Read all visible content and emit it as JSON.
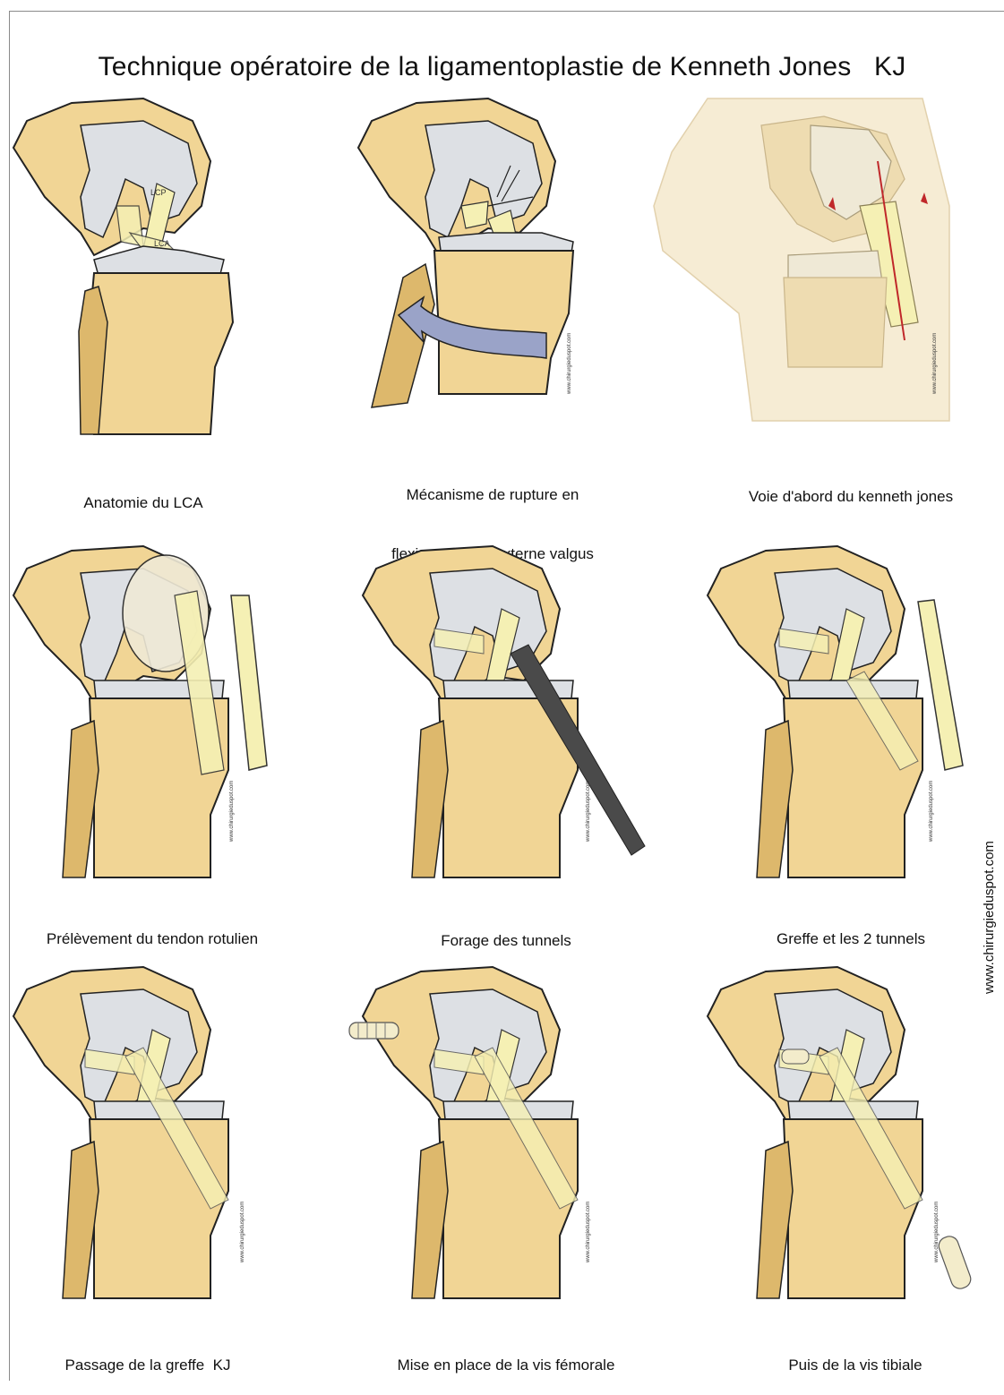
{
  "title": "Technique opératoire de la ligamentoplastie de Kenneth Jones   KJ",
  "side_credit": "www.chirurgieduspot.com",
  "panel_watermark": "www.chirurgieduspot.com",
  "colors": {
    "bone": "#f1d595",
    "bone_shadow": "#ddb86c",
    "cartilage": "#dde0e4",
    "graft": "#f5f0b4",
    "outline": "#222222",
    "arrow": "#9aa3c8",
    "incision": "#c0282a",
    "drill": "#4a4a4a"
  },
  "panels": [
    {
      "caption_lines": [
        "Anatomie du LCA"
      ],
      "labels": [
        "LCP",
        "LCA"
      ],
      "variant": "anatomy"
    },
    {
      "caption_lines": [
        "Mécanisme de rupture en",
        "flexion rotation externe valgus"
      ],
      "variant": "rupture"
    },
    {
      "caption_lines": [
        "Voie d'abord du kenneth jones"
      ],
      "variant": "approach"
    },
    {
      "caption_lines": [
        "Prélèvement du tendon rotulien"
      ],
      "variant": "harvest"
    },
    {
      "caption_lines": [
        "Forage des tunnels"
      ],
      "variant": "drill"
    },
    {
      "caption_lines": [
        "Greffe et les 2 tunnels"
      ],
      "variant": "graft"
    },
    {
      "caption_lines": [
        "Passage de la greffe  KJ"
      ],
      "variant": "passage"
    },
    {
      "caption_lines": [
        "Mise en place de la vis fémorale"
      ],
      "variant": "femscrew"
    },
    {
      "caption_lines": [
        "Puis de la vis tibiale"
      ],
      "variant": "tibscrew"
    }
  ]
}
